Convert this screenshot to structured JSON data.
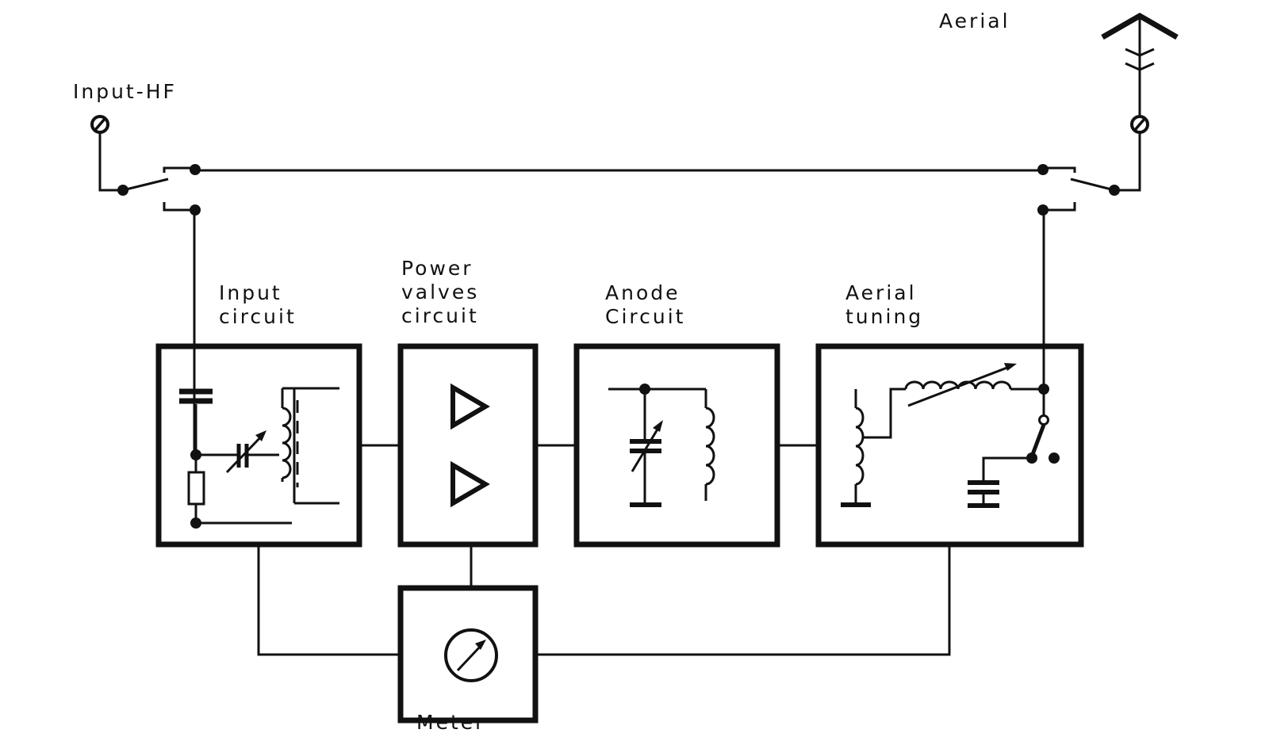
{
  "labels": {
    "input_hf": "Input-HF",
    "aerial": "Aerial",
    "input_circuit": [
      "Input",
      "circuit"
    ],
    "power_valves_circuit": [
      "Power",
      "valves",
      "circuit"
    ],
    "anode_circuit": [
      "Anode",
      "Circuit"
    ],
    "aerial_tuning": [
      "Aerial",
      "tuning"
    ],
    "meter": "Meter"
  },
  "icons": {
    "terminal": "terminal-icon",
    "antenna": "antenna-icon",
    "amplifier": "amplifier-triangle-icon",
    "meter": "meter-dial-icon"
  },
  "colors": {
    "ink": "#111111",
    "paper": "#ffffff"
  }
}
